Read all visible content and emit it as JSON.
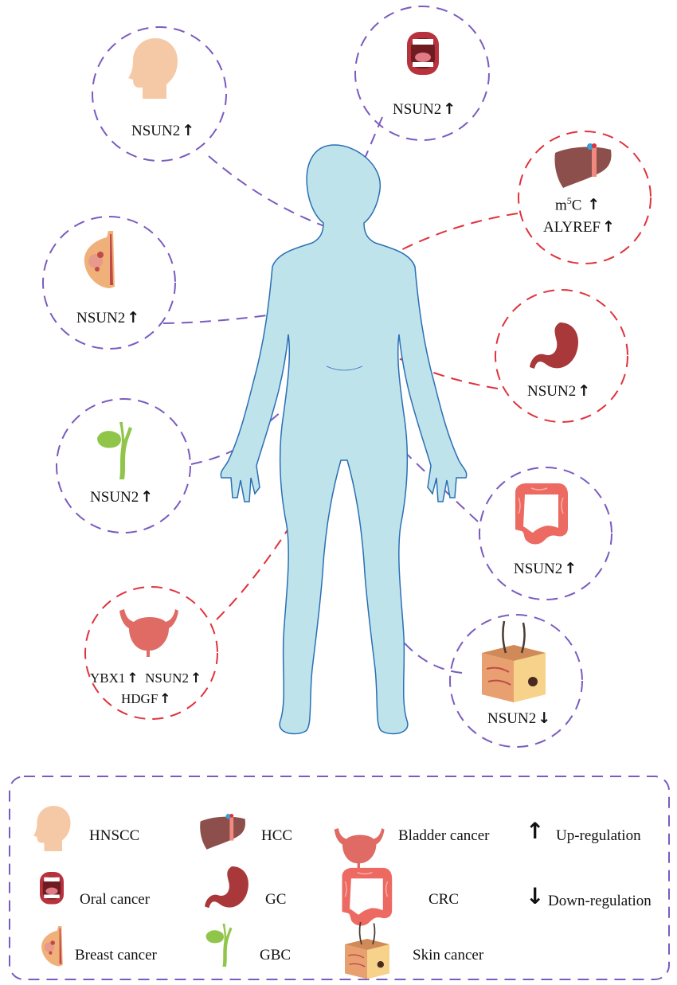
{
  "colors": {
    "body_fill": "#bfe3ea",
    "body_stroke": "#2a6fb6",
    "purple_dash": "#7a5bbf",
    "red_dash": "#e0323c",
    "skin_tone": "#f5c9a6",
    "liver": "#8c4f4c",
    "stomach": "#a8383a",
    "bladder": "#e06a64",
    "colon": "#ec6a62",
    "gallbladder": "#8fc64a",
    "mouth_outer": "#b8323d"
  },
  "callouts": {
    "hnscc": {
      "label": "NSUN2",
      "arrow": "↑",
      "icon": "head-icon"
    },
    "oral": {
      "label": "NSUN2",
      "arrow": "↑",
      "icon": "mouth-icon"
    },
    "hcc": {
      "line1": "m",
      "line1_sup": "5",
      "line1_tail": "C",
      "line1_arrow": "↑",
      "line2": "ALYREF",
      "line2_arrow": "↑",
      "icon": "liver-icon"
    },
    "breast": {
      "label": "NSUN2",
      "arrow": "↑",
      "icon": "breast-icon"
    },
    "gc": {
      "label": "NSUN2",
      "arrow": "↑",
      "icon": "stomach-icon"
    },
    "gbc": {
      "label": "NSUN2",
      "arrow": "↑",
      "icon": "gallbladder-icon"
    },
    "crc": {
      "label": "NSUN2",
      "arrow": "↑",
      "icon": "colon-icon"
    },
    "bladder": {
      "a": "YBX1",
      "a_arrow": "↑",
      "b": "NSUN2",
      "b_arrow": "↑",
      "c": "HDGF",
      "c_arrow": "↑",
      "icon": "bladder-icon"
    },
    "skin": {
      "label": "NSUN2",
      "arrow": "↓",
      "icon": "skin-icon"
    }
  },
  "legend": {
    "items": [
      {
        "text": "HNSCC",
        "icon": "head-icon"
      },
      {
        "text": "HCC",
        "icon": "liver-icon"
      },
      {
        "text": "Bladder cancer",
        "icon": "bladder-icon"
      },
      {
        "text": "Up-regulation",
        "icon": "up-arrow-icon",
        "symbol": "↑"
      },
      {
        "text": "Oral cancer",
        "icon": "mouth-icon"
      },
      {
        "text": "GC",
        "icon": "stomach-icon"
      },
      {
        "text": "CRC",
        "icon": "colon-icon"
      },
      {
        "text": "Down-regulation",
        "icon": "down-arrow-icon",
        "symbol": "↓"
      },
      {
        "text": "Breast cancer",
        "icon": "breast-icon"
      },
      {
        "text": "GBC",
        "icon": "gallbladder-icon"
      },
      {
        "text": "Skin cancer",
        "icon": "skin-icon"
      }
    ]
  }
}
